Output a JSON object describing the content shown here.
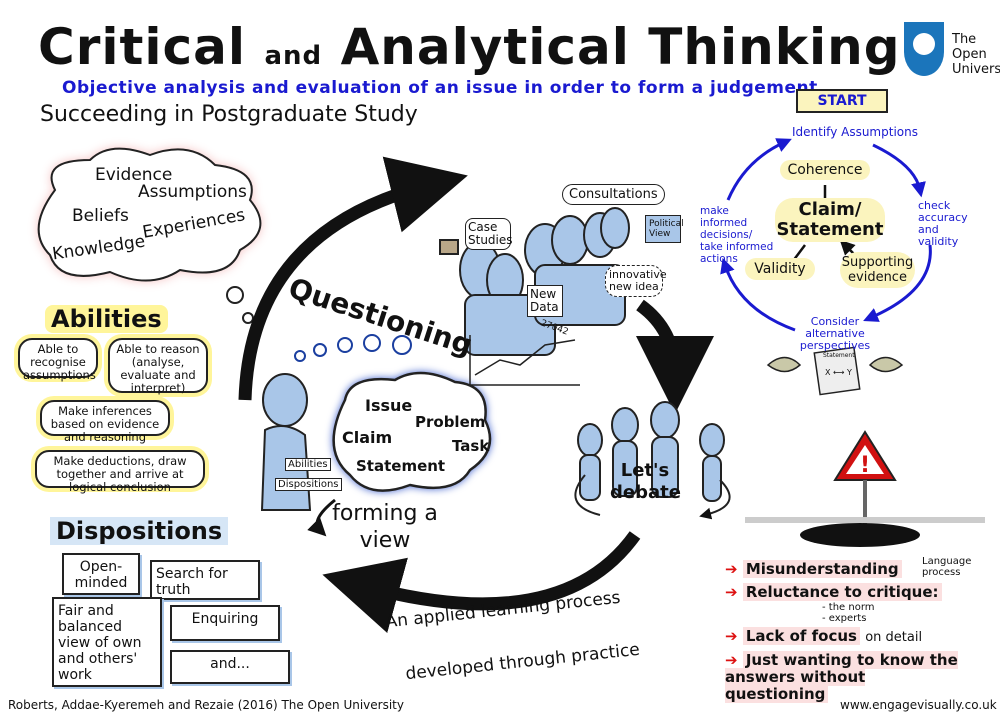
{
  "title": {
    "main_a": "Critical",
    "and": "and",
    "main_b": "Analytical Thinking"
  },
  "subtitle": "Objective analysis and evaluation of an issue in order to form a judgement",
  "subheading": "Succeeding in Postgraduate Study",
  "logo": {
    "text_line1": "The Open",
    "text_line2": "University",
    "color": "#1b75bb"
  },
  "thought_cloud": [
    "Evidence",
    "Assumptions",
    "Beliefs",
    "Experiences",
    "Knowledge"
  ],
  "abilities": {
    "heading": "Abilities",
    "items": [
      "Able to recognise assumptions",
      "Able to reason (analyse, evaluate and interpret)",
      "Make inferences based on evidence and reasoning",
      "Make deductions, draw together and arrive at logical conclusion"
    ]
  },
  "dispositions": {
    "heading": "Dispositions",
    "items": [
      "Open-minded",
      "Search for truth",
      "Fair and balanced view of own and others' work",
      "Enquiring",
      "and..."
    ]
  },
  "questioning": {
    "heading": "Questioning",
    "cloud": [
      "Issue",
      "Problem",
      "Claim",
      "Task",
      "Statement"
    ],
    "tags": [
      "Abilities",
      "Dispositions"
    ],
    "forming": "forming a view"
  },
  "sources": {
    "case_studies": "Case Studies",
    "consultations": "Consultations",
    "political_view": "Political View",
    "new_data": "New Data",
    "data_number": "27042",
    "innovative": "innovative new idea"
  },
  "debate": "Let's debate",
  "process": {
    "line1": "An applied learning process",
    "line2": "developed through practice"
  },
  "cycle": {
    "start": "START",
    "identify": "Identify Assumptions",
    "check": "check accuracy and validity",
    "consider": "Consider alternative perspectives",
    "make": "make informed decisions/ take informed actions",
    "center": {
      "coherence": "Coherence",
      "claim": "Claim/ Statement",
      "validity": "Validity",
      "supporting": "Supporting evidence"
    },
    "paper_label": "Statement",
    "paper_xy": "X ⟷ Y"
  },
  "obstacles": [
    {
      "main": "Misunderstanding",
      "extra": "Language process"
    },
    {
      "main": "Reluctance to critique:",
      "extra": "- the norm\n- experts"
    },
    {
      "main": "Lack of focus",
      "extra": "on detail"
    },
    {
      "main": "Just wanting to know the answers without questioning",
      "extra": ""
    }
  ],
  "footer": {
    "citation": "Roberts, Addae-Kyeremeh and Rezaie (2016) The Open University",
    "website": "www.engagevisually.co.uk"
  },
  "colors": {
    "cycle_blue": "#1a1ad0",
    "figures_blue": "#a9c6e8",
    "highlight_yellow": "#fbf4be",
    "warning_red": "#d11111",
    "cloud_pink": "#f6c6c6"
  }
}
